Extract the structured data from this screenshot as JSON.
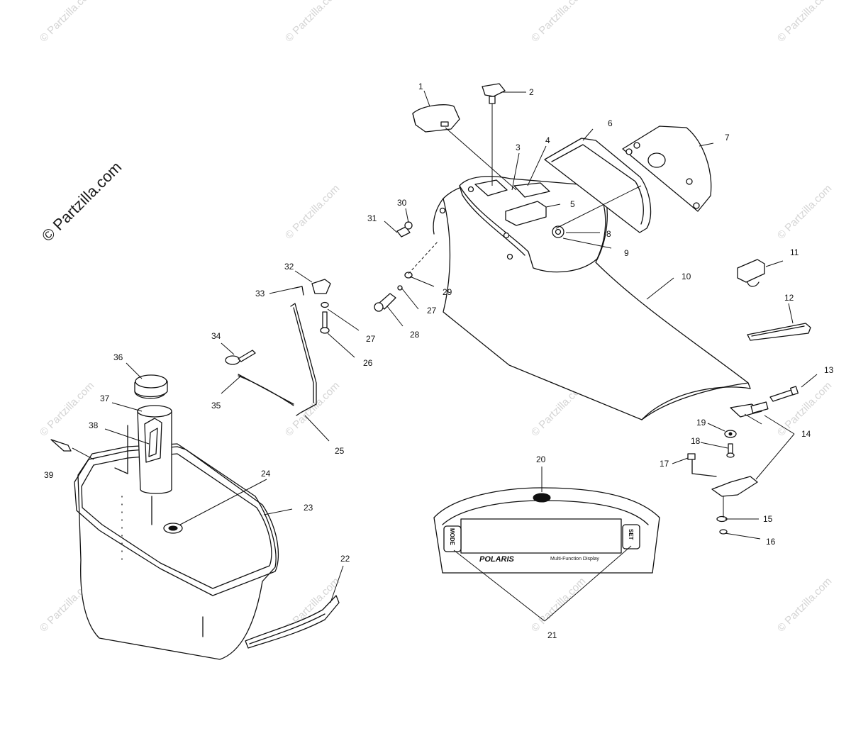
{
  "watermark": {
    "text": "© Partzilla.com",
    "large_text": "© Partzilla.com"
  },
  "display_panel": {
    "brand": "POLARIS",
    "caption": "Multi-Function Display",
    "left_button": "MODE",
    "right_button": "SET"
  },
  "callouts": [
    "1",
    "2",
    "3",
    "4",
    "5",
    "6",
    "7",
    "8",
    "9",
    "10",
    "11",
    "12",
    "13",
    "14",
    "15",
    "16",
    "17",
    "18",
    "19",
    "20",
    "21",
    "22",
    "23",
    "24",
    "25",
    "26",
    "27",
    "28",
    "29",
    "30",
    "31",
    "32",
    "33",
    "34",
    "35",
    "36",
    "37",
    "38",
    "39"
  ],
  "colors": {
    "line": "#111111",
    "watermark": "#d4d4d4",
    "background": "#ffffff"
  }
}
